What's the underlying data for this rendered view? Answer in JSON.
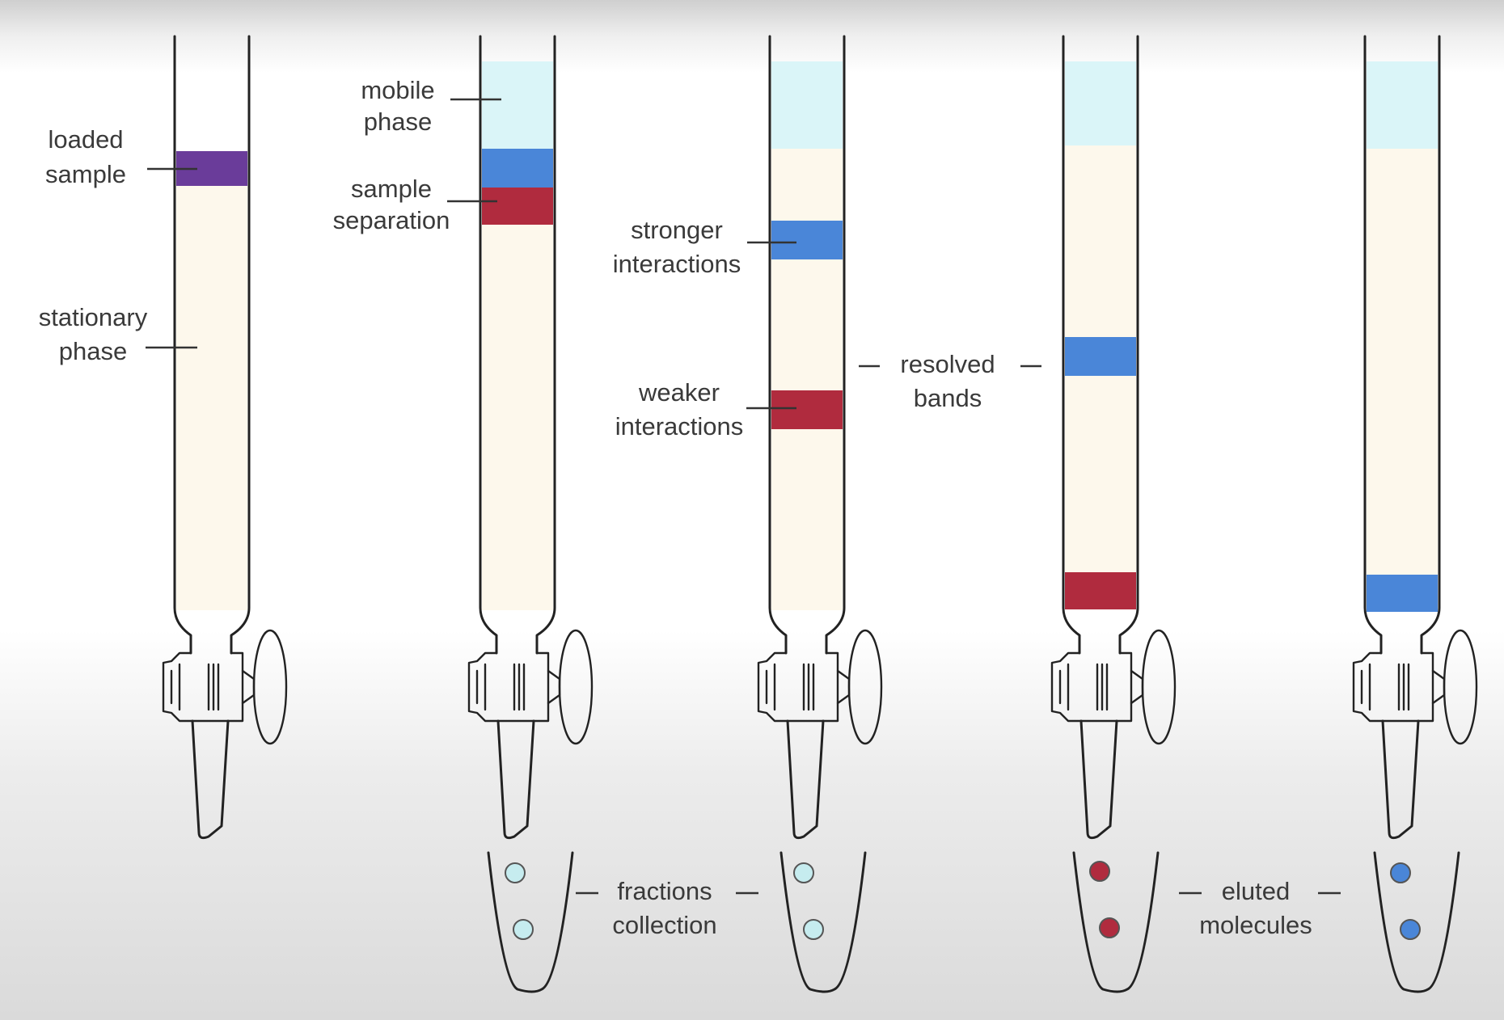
{
  "colors": {
    "stationary_phase": "#fdf8ec",
    "mobile_phase": "#daf5f8",
    "loaded_sample": "#6a3c9a",
    "stronger_band": "#4a86d8",
    "weaker_band": "#b02b3e",
    "fraction_clear": "#c6ecef",
    "outline": "#222222"
  },
  "labels": {
    "loaded_sample": [
      "loaded",
      "sample"
    ],
    "stationary_phase": [
      "stationary",
      "phase"
    ],
    "mobile_phase": [
      "mobile",
      "phase"
    ],
    "sample_separation": [
      "sample",
      "separation"
    ],
    "stronger_interactions": [
      "stronger",
      "interactions"
    ],
    "weaker_interactions": [
      "weaker",
      "interactions"
    ],
    "resolved_bands": [
      "resolved",
      "bands"
    ],
    "fractions_collection": [
      "fractions",
      "collection"
    ],
    "eluted_molecules": [
      "eluted",
      "molecules"
    ]
  },
  "columns": [
    {
      "mobile_phase": false,
      "bands": [
        "loaded_sample"
      ],
      "fraction_tube": null
    },
    {
      "mobile_phase": true,
      "bands": [
        "stronger_band",
        "weaker_band"
      ],
      "fraction_tube": "fraction_clear"
    },
    {
      "mobile_phase": true,
      "bands": [
        "stronger_band",
        "weaker_band"
      ],
      "fraction_tube": "fraction_clear"
    },
    {
      "mobile_phase": true,
      "bands": [
        "stronger_band",
        "weaker_band"
      ],
      "fraction_tube": "weaker_band"
    },
    {
      "mobile_phase": true,
      "bands": [
        "stronger_band"
      ],
      "fraction_tube": "stronger_band"
    }
  ]
}
